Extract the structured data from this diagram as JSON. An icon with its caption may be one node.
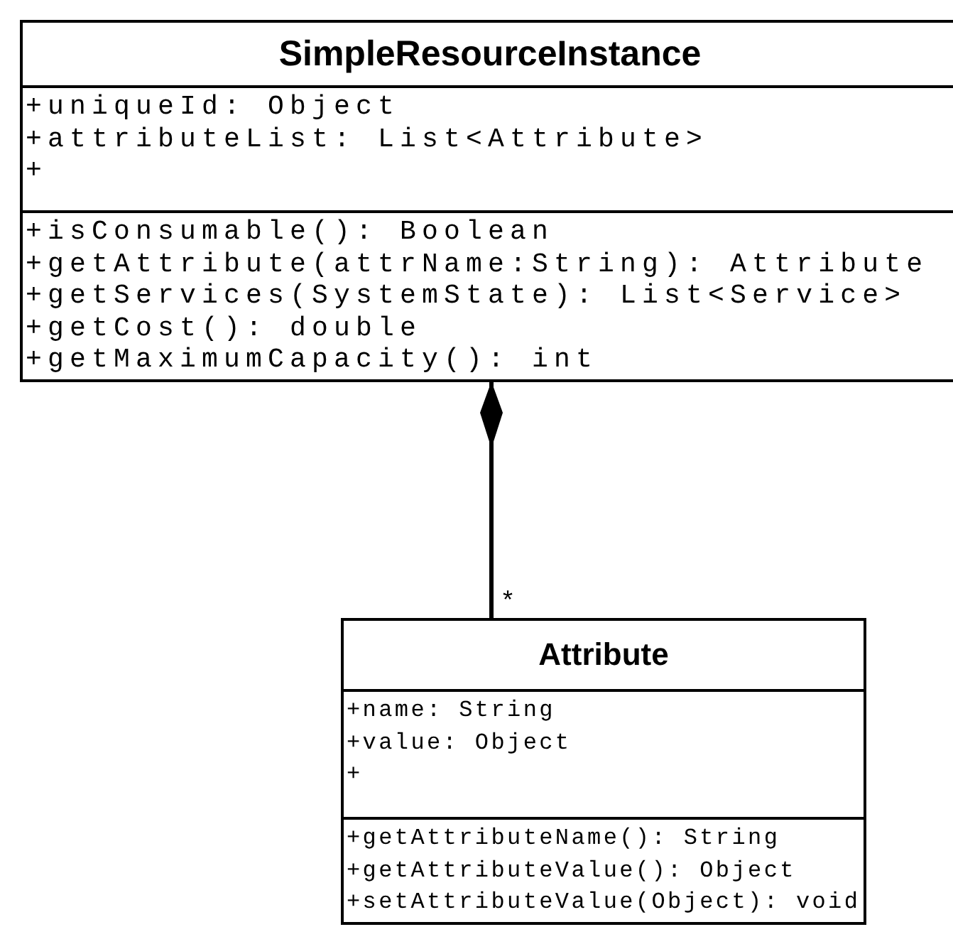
{
  "diagram": {
    "nodes": [
      {
        "text": [
          "SimpleResourceInstance",
          "+uniqueId: Object",
          "+attributeList: List<Attribute>",
          "+",
          "+isConsumable(): Boolean",
          "+getAttribute(attrName:String): Attribute",
          "+getServices(SystemState): List<Service>",
          "+getCost(): double",
          "+getMaximumCapacity(): int"
        ]
      },
      {
        "text": [
          "Attribute",
          "+name: String",
          "+value: Object",
          "+",
          "+getAttributeName(): String",
          "+getAttributeValue(): Object",
          "+setAttributeValue(Object): void"
        ]
      }
    ],
    "edges": [
      {
        "from": 0,
        "to": 1,
        "arrow": "other",
        "label": "*"
      }
    ]
  }
}
